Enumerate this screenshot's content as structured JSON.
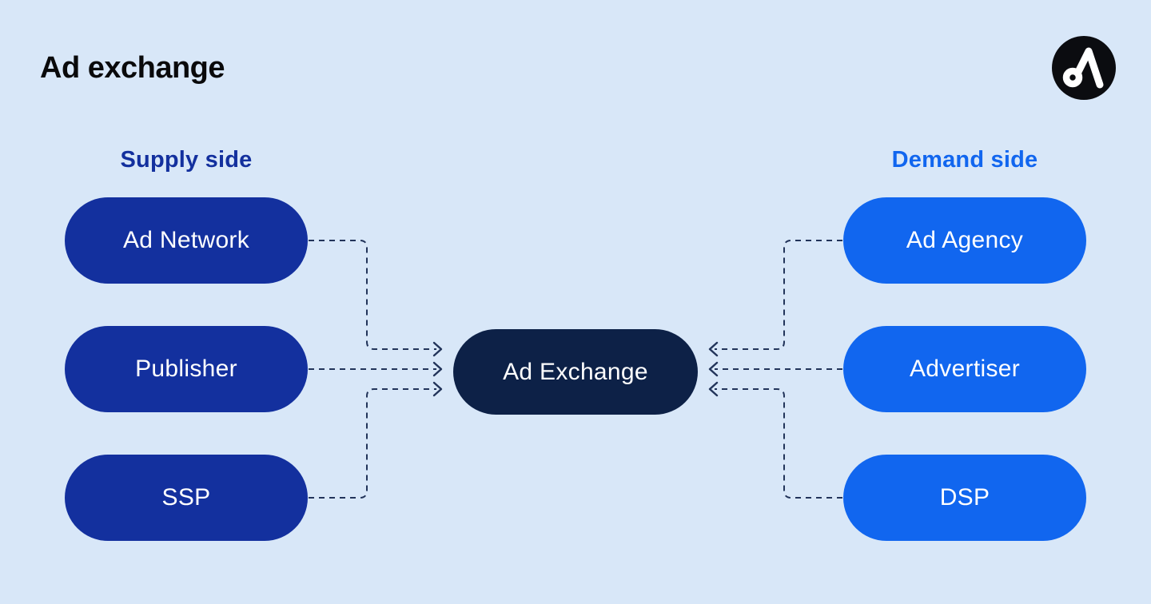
{
  "colors": {
    "canvas_bg": "#D8E7F8",
    "title_text": "#0A0A0B",
    "supply_blue": "#13309E",
    "demand_blue": "#1166EF",
    "exchange_navy": "#0D2147",
    "connector_navy": "#22345A",
    "logo_black": "#0B0C10",
    "logo_glyph": "#FFFFFF",
    "node_text": "#FFFFFF"
  },
  "header": {
    "title": "Ad exchange"
  },
  "logo": {
    "icon": "stylized-a-monogram"
  },
  "diagram": {
    "supply": {
      "heading": "Supply side",
      "nodes": [
        "Ad Network",
        "Publisher",
        "SSP"
      ]
    },
    "demand": {
      "heading": "Demand side",
      "nodes": [
        "Ad Agency",
        "Advertiser",
        "DSP"
      ]
    },
    "center": {
      "label": "Ad Exchange"
    }
  }
}
